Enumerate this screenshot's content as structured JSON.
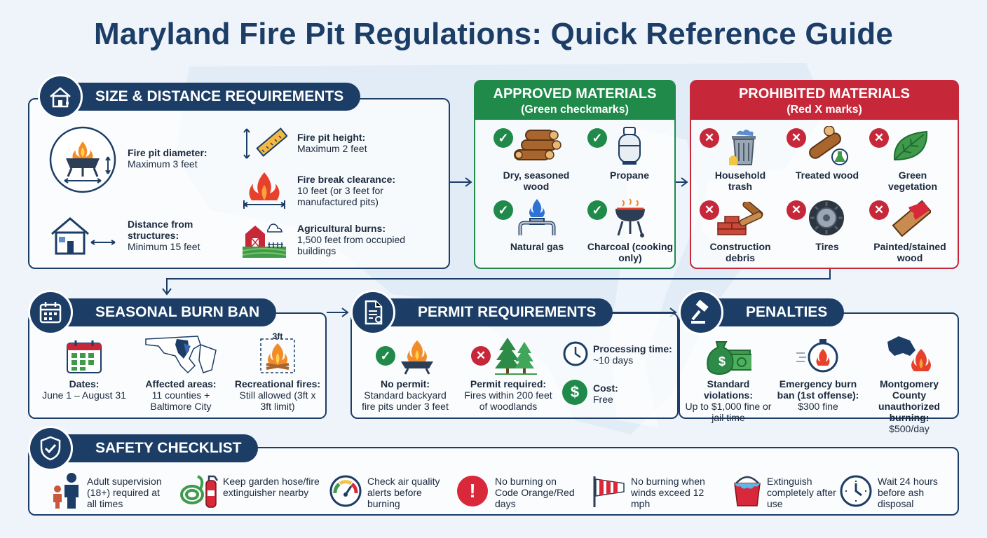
{
  "title": "Maryland Fire Pit Regulations: Quick Reference Guide",
  "colors": {
    "navy": "#1c3d66",
    "green": "#1f8a4a",
    "red": "#c6283a",
    "orange": "#f28c28"
  },
  "size_distance": {
    "heading": "SIZE & DISTANCE REQUIREMENTS",
    "icon": "house-fire-icon",
    "diameter": {
      "label": "Fire pit diameter:",
      "value": "Maximum 3 feet"
    },
    "structures": {
      "label": "Distance from structures:",
      "value": "Minimum 15 feet"
    },
    "height": {
      "label": "Fire pit height:",
      "value": "Maximum 2 feet"
    },
    "clearance": {
      "label": "Fire break clearance:",
      "value": "10 feet (or 3 feet for manufactured pits)"
    },
    "agricultural": {
      "label": "Agricultural burns:",
      "value": "1,500 feet from occupied buildings"
    }
  },
  "approved": {
    "heading": "APPROVED MATERIALS",
    "subheading": "(Green checkmarks)",
    "items": [
      {
        "label": "Dry, seasoned wood",
        "icon": "firewood-icon"
      },
      {
        "label": "Propane",
        "icon": "propane-tank-icon"
      },
      {
        "label": "Natural gas",
        "icon": "gas-pipe-icon"
      },
      {
        "label": "Charcoal (cooking only)",
        "icon": "grill-icon"
      }
    ]
  },
  "prohibited": {
    "heading": "PROHIBITED MATERIALS",
    "subheading": "(Red X marks)",
    "items": [
      {
        "label": "Household trash",
        "icon": "trash-can-icon"
      },
      {
        "label": "Treated wood",
        "icon": "treated-log-icon"
      },
      {
        "label": "Green vegetation",
        "icon": "leaf-icon"
      },
      {
        "label": "Construction debris",
        "icon": "bricks-icon"
      },
      {
        "label": "Tires",
        "icon": "tire-icon"
      },
      {
        "label": "Painted/stained wood",
        "icon": "painted-board-icon"
      }
    ]
  },
  "seasonal": {
    "heading": "SEASONAL BURN BAN",
    "icon": "calendar-icon",
    "dates": {
      "label": "Dates:",
      "value": "June 1 – August 31"
    },
    "areas": {
      "label": "Affected areas:",
      "value": "11 counties + Baltimore City"
    },
    "recreational": {
      "label": "Recreational fires:",
      "value": "Still allowed (3ft x 3ft limit)",
      "badge": "3ft"
    }
  },
  "permit": {
    "heading": "PERMIT REQUIREMENTS",
    "icon": "document-icon",
    "no_permit": {
      "label": "No permit:",
      "value": "Standard backyard fire pits under 3 feet"
    },
    "required": {
      "label": "Permit required:",
      "value": "Fires within 200 feet of woodlands"
    },
    "processing": {
      "label": "Processing time:",
      "value": "~10 days"
    },
    "cost": {
      "label": "Cost:",
      "value": "Free"
    }
  },
  "penalties": {
    "heading": "PENALTIES",
    "icon": "gavel-icon",
    "standard": {
      "label": "Standard violations:",
      "value": "Up to $1,000 fine or jail time"
    },
    "emergency": {
      "label": "Emergency burn ban (1st offense):",
      "value": "$300 fine"
    },
    "montgomery": {
      "label": "Montgomery County unauthorized burning:",
      "value": "$500/day"
    }
  },
  "safety": {
    "heading": "SAFETY CHECKLIST",
    "icon": "shield-check-icon",
    "items": [
      {
        "text": "Adult supervision (18+) required at all times",
        "icon": "adult-child-icon"
      },
      {
        "text": "Keep garden hose/fire extinguisher nearby",
        "icon": "hose-extinguisher-icon"
      },
      {
        "text": "Check air quality alerts before burning",
        "icon": "gauge-icon"
      },
      {
        "text": "No burning on Code Orange/Red days",
        "icon": "alert-icon"
      },
      {
        "text": "No burning when winds exceed 12 mph",
        "icon": "windsock-icon"
      },
      {
        "text": "Extinguish completely after use",
        "icon": "water-bucket-icon"
      },
      {
        "text": "Wait 24 hours before ash disposal",
        "icon": "clock-icon"
      }
    ]
  }
}
